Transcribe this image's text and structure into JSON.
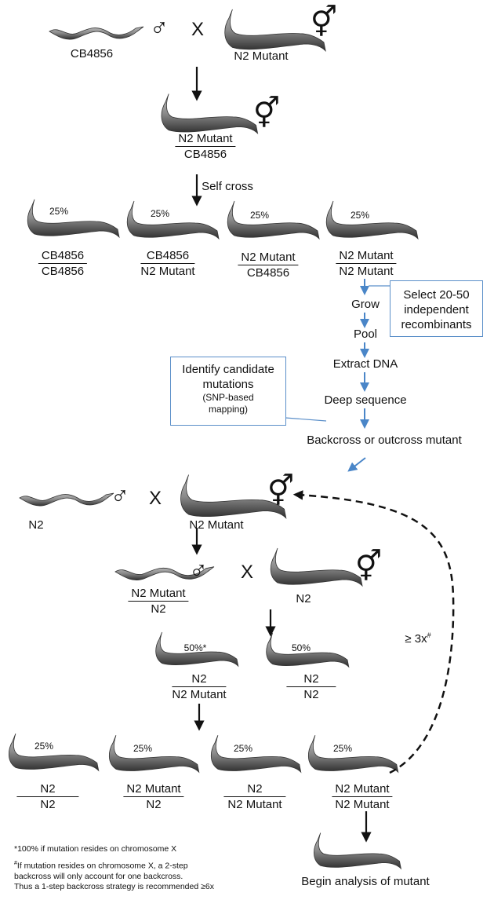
{
  "symbols": {
    "cross": "X",
    "male": "♂",
    "hermaphrodite": "⚥"
  },
  "top_cross": {
    "left_strain": "CB4856",
    "right_strain": "N2 Mutant"
  },
  "f1": {
    "top": "N2 Mutant",
    "bottom": "CB4856"
  },
  "self_cross_label": "Self cross",
  "f2": [
    {
      "pct": "25%",
      "top": "CB4856",
      "bottom": "CB4856"
    },
    {
      "pct": "25%",
      "top": "CB4856",
      "bottom": "N2 Mutant"
    },
    {
      "pct": "25%",
      "top": "N2 Mutant",
      "bottom": "CB4856"
    },
    {
      "pct": "25%",
      "top": "N2 Mutant",
      "bottom": "N2 Mutant"
    }
  ],
  "steps": [
    "Grow",
    "Pool",
    "Extract DNA",
    "Deep sequence"
  ],
  "select_box": {
    "line1": "Select 20-50",
    "line2": "independent",
    "line3": "recombinants"
  },
  "identify_box": {
    "line1": "Identify candidate",
    "line2": "mutations",
    "line3": "(SNP-based",
    "line4": "mapping)"
  },
  "backcross_label": "Backcross or outcross mutant",
  "bc_cross": {
    "left_strain": "N2",
    "right_strain": "N2 Mutant"
  },
  "bc_f1": {
    "top": "N2 Mutant",
    "bottom": "N2",
    "partner": "N2"
  },
  "bc_f1_progeny": [
    {
      "pct": "50%*",
      "top": "N2",
      "bottom": "N2 Mutant"
    },
    {
      "pct": "50%",
      "top": "N2",
      "bottom": "N2"
    }
  ],
  "bc_f2": [
    {
      "pct": "25%",
      "top": "N2",
      "bottom": "N2"
    },
    {
      "pct": "25%",
      "top": "N2 Mutant",
      "bottom": "N2"
    },
    {
      "pct": "25%",
      "top": "N2",
      "bottom": "N2 Mutant"
    },
    {
      "pct": "25%",
      "top": "N2 Mutant",
      "bottom": "N2 Mutant"
    }
  ],
  "repeat": {
    "text": "≥ 3x",
    "sup": "#"
  },
  "final_label": "Begin analysis of mutant",
  "footnotes": {
    "star": "*100% if mutation resides on chromosome X",
    "hash_sup": "#",
    "hash_1": "If mutation resides on chromosome X, a 2-step",
    "hash_2": "backcross will only account for one backcross.",
    "hash_3": "Thus a 1-step backcross strategy is recommended ≥6x"
  },
  "colors": {
    "ink": "#111111",
    "blue": "#4a86c8",
    "box_border": "#5b8fc9",
    "worm": "#7a7a7a"
  }
}
